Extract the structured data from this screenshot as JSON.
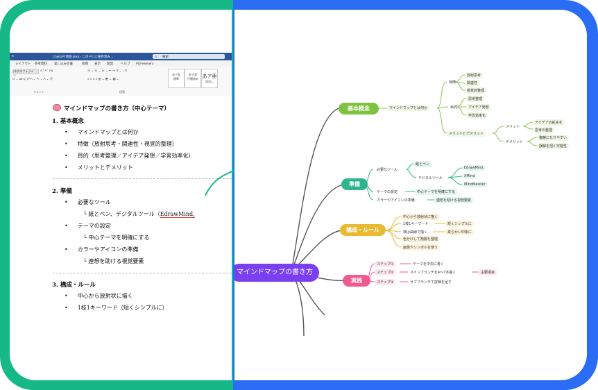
{
  "word": {
    "title": "ChatGPT回答.docx - この PC に保存済み ⌄",
    "search_placeholder": "検索",
    "tabs": [
      "レイアウト",
      "参考資料",
      "差し込み文書",
      "校閲",
      "表示",
      "開発",
      "ヘルプ",
      "PDFelement"
    ],
    "font_name": "(本文のフォン",
    "font_size": "14",
    "group_font": "フォント",
    "group_paragraph": "段落",
    "style_1": "あア亜",
    "style_1_label": "標準",
    "style_2": "あア亜",
    "style_2_label": "行間詰め",
    "style_3": "あア亜",
    "style_3_label": "見出し"
  },
  "doc": {
    "title": "マインドマップの書き方（中心テーマ）",
    "s1_heading": "1. 基本概念",
    "s1_items": [
      "マインドマップとは何か",
      "特徴（放射思考・関連性・視覚的整理）",
      "目的（思考整理／アイデア発想／学習効率化）",
      "メリットとデメリット"
    ],
    "s2_heading": "2. 準備",
    "s2_item1": "必要なツール",
    "s2_sub1": "└ 紙とペン、デジタルツール（",
    "s2_sub1_link": "EdrawMind,",
    "s2_item2": "テーマの設定",
    "s2_sub2": "└ 中心テーマを明確にする",
    "s2_item3": "カラーやアイコンの準備",
    "s2_sub3": "└ 連想を助ける視覚要素",
    "s3_heading": "3. 構成・ルール",
    "s3_items": [
      "中心から放射状に描く",
      "1枝1キーワード（短くシンプルに）"
    ]
  },
  "mindmap": {
    "root": "マインドマップの書き方",
    "branches": {
      "b1": "基本概念",
      "b2": "準備",
      "b3": "構成・ルール",
      "b4": "実践"
    },
    "b1": {
      "l1": "マインドマップとは何か",
      "feature": "特徴",
      "feature_items": [
        "放射思考",
        "関連性",
        "視覚的整理"
      ],
      "purpose": "目的",
      "purpose_items": [
        "思考整理",
        "アイデア発想",
        "学習効率化"
      ],
      "merit": "メリットとデメリット",
      "merit_a": "メリット",
      "merit_a_items": [
        "アイデアの拡充を",
        "思考の整理"
      ],
      "merit_b": "デメリット",
      "merit_b_items": [
        "複雑になりやすい",
        "誤解を招く可能性"
      ]
    },
    "b2": {
      "tools": "必要なツール",
      "paper": "紙とペン",
      "digital": "デジタルツール",
      "digital_items": [
        "EdrawMind",
        "XMind",
        "MindMeister"
      ],
      "theme": "テーマの設定",
      "theme_item": "中心テーマを明確にする",
      "color": "カラーやアイコンの準備",
      "color_item": "連想を助ける視覚要素"
    },
    "b3": {
      "r1": "中心から放射状に描く",
      "r2": "1枝1キーワード",
      "r2_item": "短くシンプルに",
      "r3": "枝は曲線で描く",
      "r3_item": "柔らかい印象に",
      "r4": "色分けして階層を整理",
      "r5": "画像やシンボルを使う"
    },
    "b4": {
      "s1": "ステップ①",
      "s1_item": "テーマを中央に書く",
      "s2": "ステップ②",
      "s2_item": "メインブランチを4〜7本描く",
      "s2_extra": "主要項目",
      "s3": "ステップ③",
      "s3_item": "サブブランチで詳細を足す"
    },
    "colors": {
      "root": "#7b3ff2",
      "b1": "#7fc241",
      "b2": "#2fb58e",
      "b3": "#e9b930",
      "b4": "#ef5a8f"
    }
  }
}
